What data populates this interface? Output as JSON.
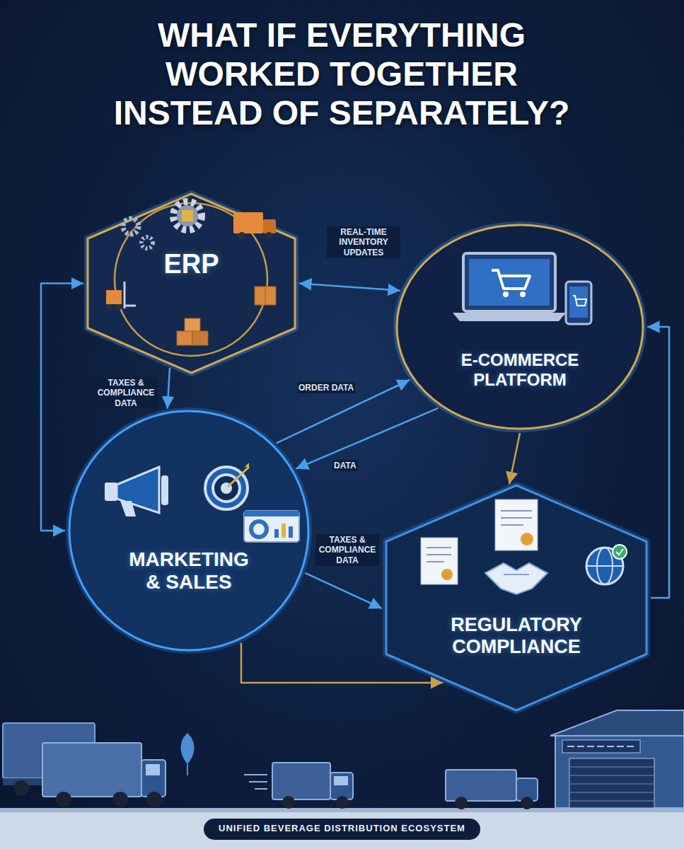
{
  "diagram": {
    "title": "WHAT IF EVERYTHING WORKED TOGETHER INSTEAD OF SEPARATELY?",
    "caption": "UNIFIED BEVERAGE DISTRIBUTION ECOSYSTEM",
    "nodes": [
      {
        "text": [
          "ERP"
        ]
      },
      {
        "text": [
          "E-COMMERCE PLATFORM"
        ]
      },
      {
        "text": [
          "MARKETING & SALES"
        ]
      },
      {
        "text": [
          "REGULATORY COMPLIANCE"
        ]
      }
    ],
    "edges": [
      {
        "from": 0,
        "to": 1,
        "label": "REAL-TIME INVENTORY UPDATES",
        "arrow": "both"
      },
      {
        "from": 0,
        "to": 2,
        "label": "TAXES & COMPLIANCE DATA",
        "arrow": "to"
      },
      {
        "from": 2,
        "to": 1,
        "label": "ORDER DATA",
        "arrow": "to"
      },
      {
        "from": 1,
        "to": 2,
        "label": "DATA",
        "arrow": "to"
      },
      {
        "from": 2,
        "to": 3,
        "label": "TAXES & COMPLIANCE DATA",
        "arrow": "to"
      },
      {
        "from": 1,
        "to": 3,
        "arrow": "to"
      },
      {
        "from": 3,
        "to": 1,
        "arrow": "to"
      },
      {
        "from": 2,
        "to": 0,
        "arrow": "both"
      },
      {
        "from": 2,
        "to": 3,
        "arrow": "to"
      }
    ]
  }
}
